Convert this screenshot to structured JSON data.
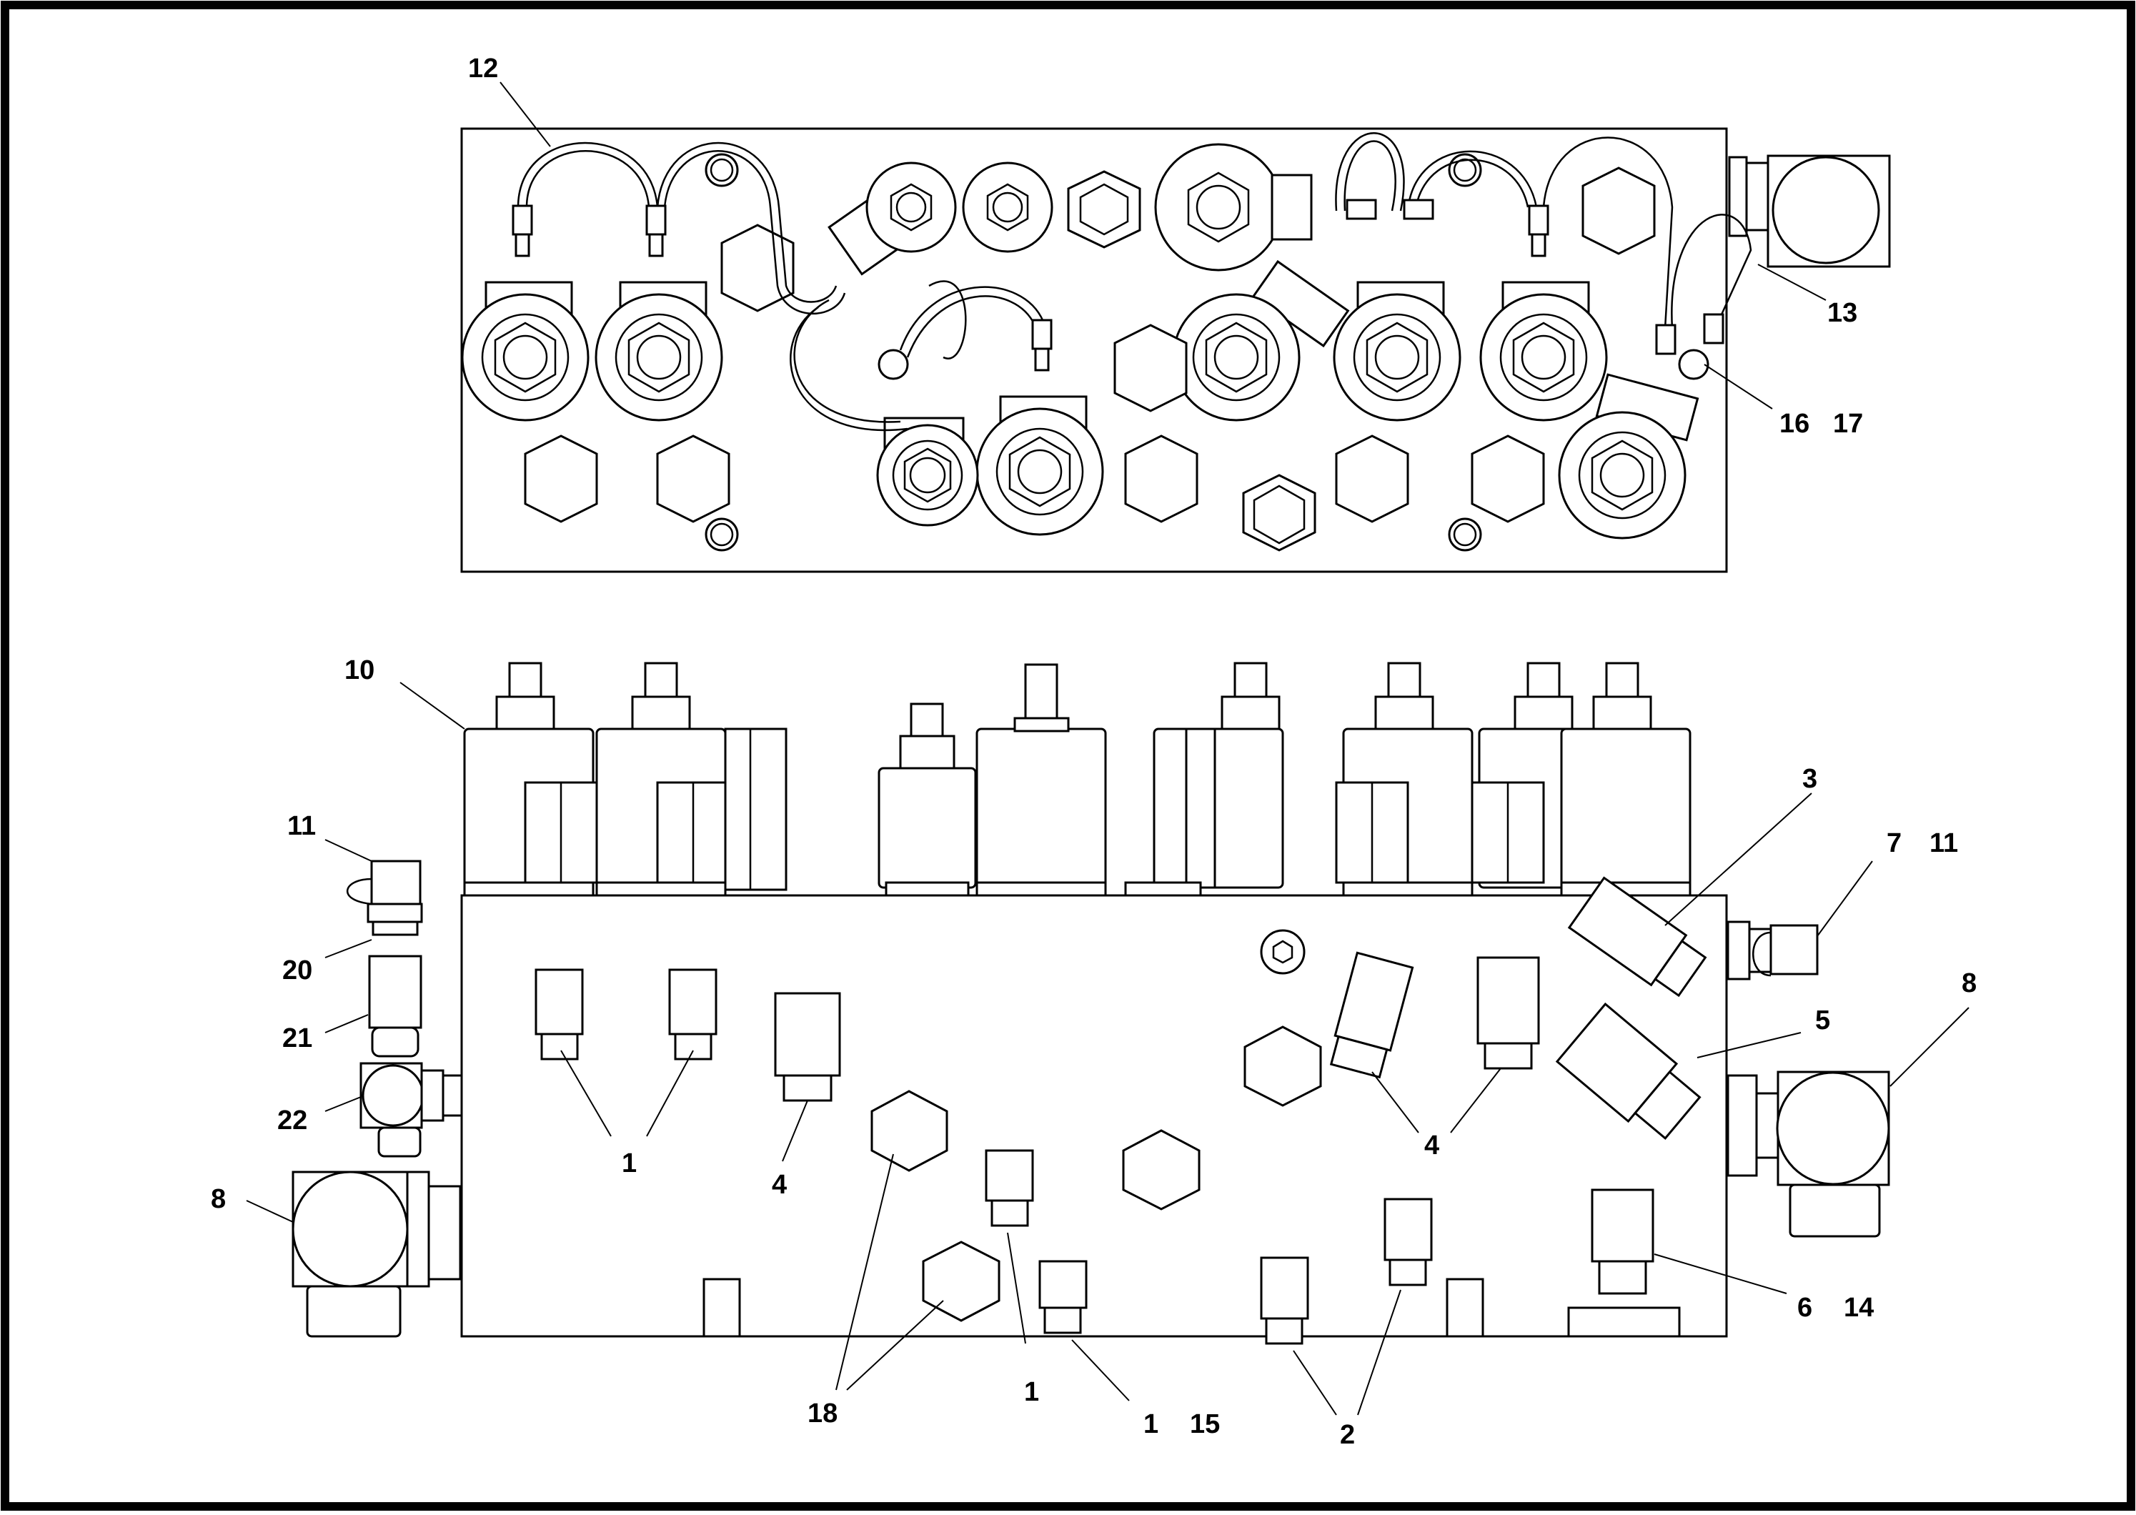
{
  "callouts": {
    "top_12": "12",
    "top_13": "13",
    "top_16": "16",
    "top_17": "17",
    "side_10": "10",
    "side_11a": "11",
    "side_20": "20",
    "side_21": "21",
    "side_22": "22",
    "side_8a": "8",
    "side_1a": "1",
    "side_4a": "4",
    "side_18": "18",
    "side_1b": "1",
    "side_1c": "1",
    "side_15": "15",
    "side_2": "2",
    "side_4b": "4",
    "side_3": "3",
    "side_7": "7",
    "side_11b": "11",
    "side_8b": "8",
    "side_5": "5",
    "side_6": "6",
    "side_14": "14"
  }
}
